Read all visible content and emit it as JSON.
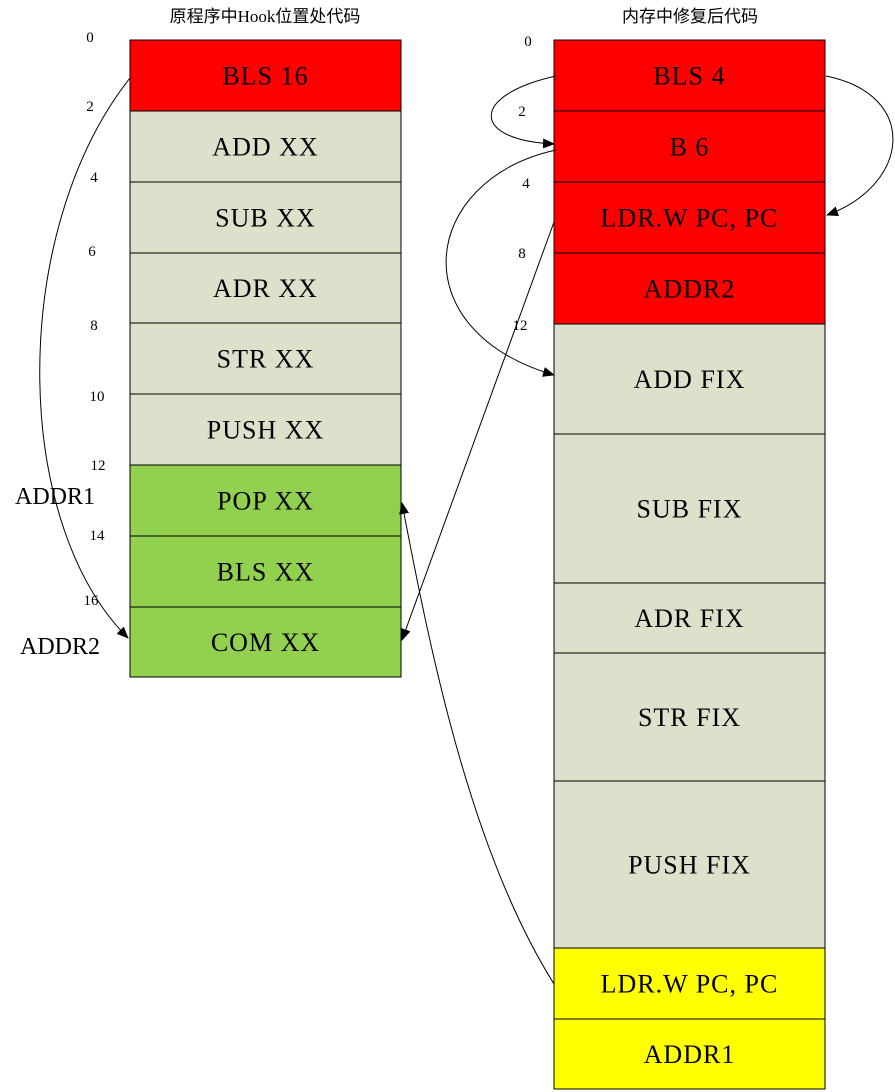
{
  "colors": {
    "red": "#ff0000",
    "gray": "#dde1cc",
    "green": "#92d050",
    "yellow": "#ffff00",
    "border": "#000000",
    "arrow": "#000000"
  },
  "left": {
    "title": "原程序中Hook位置处代码",
    "cells": [
      {
        "label": "BLS 16",
        "color": "red"
      },
      {
        "label": "ADD XX",
        "color": "gray"
      },
      {
        "label": "SUB XX",
        "color": "gray"
      },
      {
        "label": "ADR XX",
        "color": "gray"
      },
      {
        "label": "STR XX",
        "color": "gray"
      },
      {
        "label": "PUSH XX",
        "color": "gray"
      },
      {
        "label": "POP XX",
        "color": "green"
      },
      {
        "label": "BLS XX",
        "color": "green"
      },
      {
        "label": "COM XX",
        "color": "green"
      }
    ],
    "offsets": [
      "0",
      "2",
      "4",
      "6",
      "8",
      "10",
      "12",
      "14",
      "16"
    ],
    "addr_labels": [
      "ADDR1",
      "ADDR2"
    ]
  },
  "right": {
    "title": "内存中修复后代码",
    "cells": [
      {
        "label": "BLS 4",
        "color": "red"
      },
      {
        "label": "B 6",
        "color": "red"
      },
      {
        "label": "LDR.W PC, PC",
        "color": "red"
      },
      {
        "label": "ADDR2",
        "color": "red"
      },
      {
        "label": "ADD FIX",
        "color": "gray"
      },
      {
        "label": "SUB FIX",
        "color": "gray"
      },
      {
        "label": "ADR FIX",
        "color": "gray"
      },
      {
        "label": "STR FIX",
        "color": "gray"
      },
      {
        "label": "PUSH FIX",
        "color": "gray"
      },
      {
        "label": "LDR.W PC, PC",
        "color": "yellow"
      },
      {
        "label": "ADDR1",
        "color": "yellow"
      }
    ],
    "offsets": [
      "0",
      "2",
      "4",
      "8",
      "12"
    ]
  },
  "arrows": [
    {
      "name": "arrow-left-bls-to-com"
    },
    {
      "name": "arrow-right-bls-to-ldr"
    },
    {
      "name": "arrow-right-b-to-add"
    },
    {
      "name": "arrow-right-ldr-to-com"
    },
    {
      "name": "arrow-right-loop-to-b"
    },
    {
      "name": "arrow-yellow-to-pop"
    }
  ]
}
